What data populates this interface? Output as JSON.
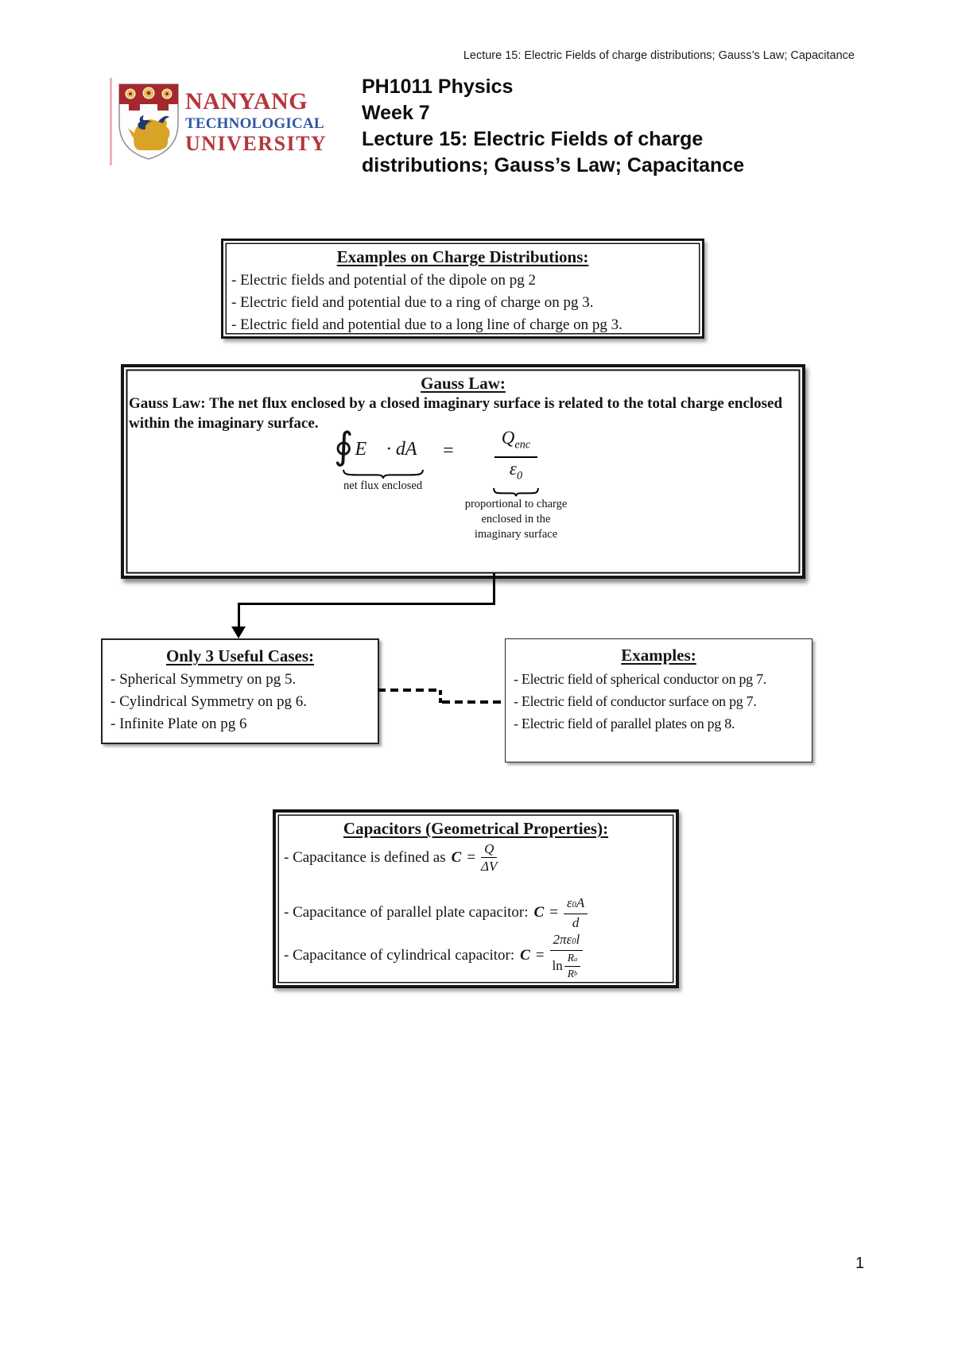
{
  "page": {
    "running_header": "Lecture 15: Electric Fields of charge distributions; Gauss’s Law; Capacitance",
    "page_number": "1"
  },
  "logo": {
    "name1": "NANYANG",
    "name2": "TECHNOLOGICAL",
    "name3": "UNIVERSITY",
    "brand_red": "#b5353c",
    "brand_blue": "#2f55a4",
    "crest_gold": "#d9a326",
    "crest_navy": "#1e3a6e"
  },
  "title_block": {
    "course": "PH1011 Physics",
    "week": "Week 7",
    "lecture_line1": "Lecture 15: Electric Fields of charge",
    "lecture_line2": "distributions; Gauss’s Law; Capacitance"
  },
  "box_charge_distributions": {
    "title": "Examples on Charge Distributions:",
    "items": [
      "- Electric fields and potential of the dipole on pg 2",
      "- Electric field and potential due to a ring of charge on pg 3.",
      "- Electric field and potential due to a long line of charge on pg 3."
    ]
  },
  "box_gauss_law": {
    "title": "Gauss Law:",
    "body": "Gauss Law: The net flux enclosed by a closed imaginary surface is related to the total charge enclosed within the imaginary surface.",
    "formula": {
      "oint": "∮",
      "integrand": "E⃗ · dA⃗",
      "equals": "=",
      "num_base": "Q",
      "num_sub": "enc",
      "den_base": "ε",
      "den_sub": "0",
      "brace_left_label": "net flux enclosed",
      "brace_right_label_1": "proportional to charge",
      "brace_right_label_2": "enclosed in the",
      "brace_right_label_3": "imaginary surface"
    }
  },
  "box_useful_cases": {
    "title": "Only 3 Useful Cases:",
    "items": [
      "- Spherical Symmetry on pg 5.",
      "- Cylindrical Symmetry on pg 6.",
      "- Infinite Plate on pg 6"
    ]
  },
  "box_examples": {
    "title": "Examples:",
    "items": [
      "- Electric field of spherical conductor on pg 7.",
      "- Electric field of conductor surface on pg 7.",
      "- Electric field of parallel plates on pg 8."
    ]
  },
  "box_capacitors": {
    "title": "Capacitors (Geometrical Properties):",
    "def": {
      "prefix": "- Capacitance is defined as",
      "sym": "C",
      "eq": "=",
      "num": "Q",
      "den": "ΔV"
    },
    "parallel": {
      "prefix": "- Capacitance of parallel plate capacitor:",
      "sym": "C",
      "eq": "=",
      "num_base": "ε",
      "num_sub": "0",
      "num_rest": "A",
      "den": "d"
    },
    "cylindrical": {
      "prefix": "- Capacitance of cylindrical capacitor:",
      "sym": "C",
      "eq": "=",
      "num_pre": "2πε",
      "num_sub": "0",
      "num_rest": "l",
      "den_ln": "ln",
      "den_num_base": "R",
      "den_num_sub": "a",
      "den_den_base": "R",
      "den_den_sub": "b"
    }
  }
}
